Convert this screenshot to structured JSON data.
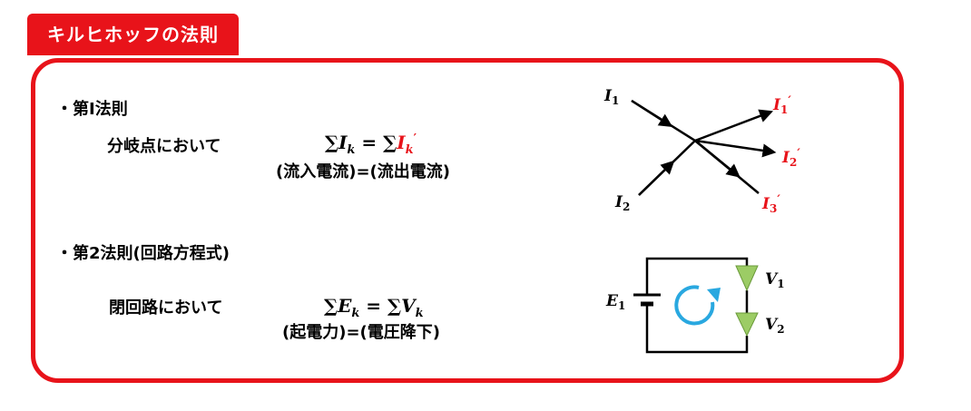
{
  "title": "キルヒホッフの法則",
  "law1": {
    "heading": "・第I法則",
    "condition": "分岐点において",
    "formula": {
      "sum": "∑",
      "lhs_var": "I",
      "lhs_sub": "k",
      "equals": "=",
      "rhs_var": "I",
      "rhs_sub": "k",
      "rhs_prime": "′"
    },
    "words": "(流入電流)=(流出電流)"
  },
  "law2": {
    "heading": "・第2法則(回路方程式)",
    "condition": "閉回路において",
    "formula": {
      "sum": "∑",
      "lhs_var": "E",
      "lhs_sub": "k",
      "equals": "=",
      "rhs_var": "V",
      "rhs_sub": "k"
    },
    "words": "(起電力)=(電圧降下)"
  },
  "junction_diagram": {
    "in_labels": [
      {
        "var": "I",
        "sub": "1"
      },
      {
        "var": "I",
        "sub": "2"
      }
    ],
    "out_labels": [
      {
        "var": "I",
        "sub": "1",
        "prime": "′"
      },
      {
        "var": "I",
        "sub": "2",
        "prime": "′"
      },
      {
        "var": "I",
        "sub": "3",
        "prime": "′"
      }
    ]
  },
  "circuit_diagram": {
    "emf_label": {
      "var": "E",
      "sub": "1"
    },
    "drop_labels": [
      {
        "var": "V",
        "sub": "1"
      },
      {
        "var": "V",
        "sub": "2"
      }
    ]
  },
  "colors": {
    "accent": "#e8131a",
    "triangle": "#9ccc65",
    "loop": "#29a8e0"
  }
}
